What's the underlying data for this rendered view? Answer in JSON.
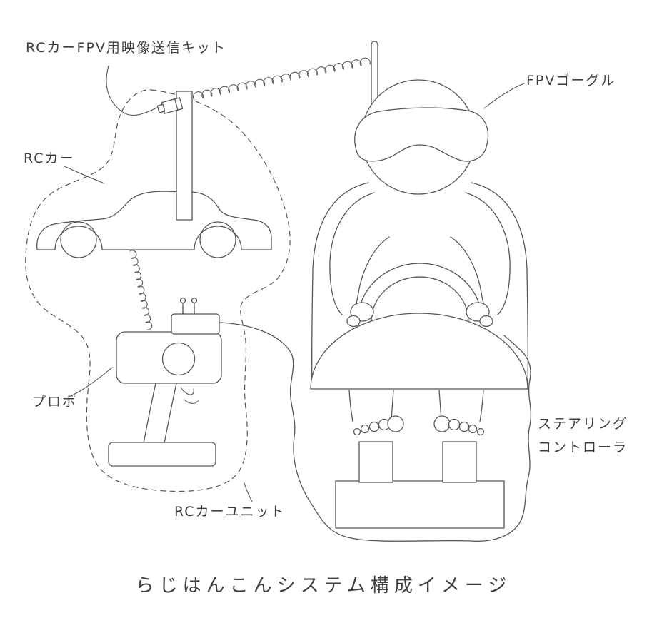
{
  "diagram": {
    "background": "#ffffff",
    "line_color": "#565656",
    "text_color": "#3e3e3e",
    "title": "らじはんこんシステム構成イメージ",
    "labels": {
      "fpv_kit": "RCカーFPV用映像送信キット",
      "rc_car": "RCカー",
      "fpv_goggles": "FPVゴーグル",
      "propo": "プロポ",
      "steering_line1": "ステアリング",
      "steering_line2": "コントローラ",
      "rc_car_unit": "RCカーユニット"
    },
    "figures": [
      "rc-car-with-fpv-camera-mast",
      "coiled-video-cable",
      "coiled-propo-cable",
      "propo-radio-transmitter",
      "person-wearing-fpv-goggles",
      "steering-wheel-on-dome",
      "foot-pedals-on-platform",
      "dashed-rc-car-unit-outline",
      "wavy-steering-controller-outline"
    ]
  }
}
